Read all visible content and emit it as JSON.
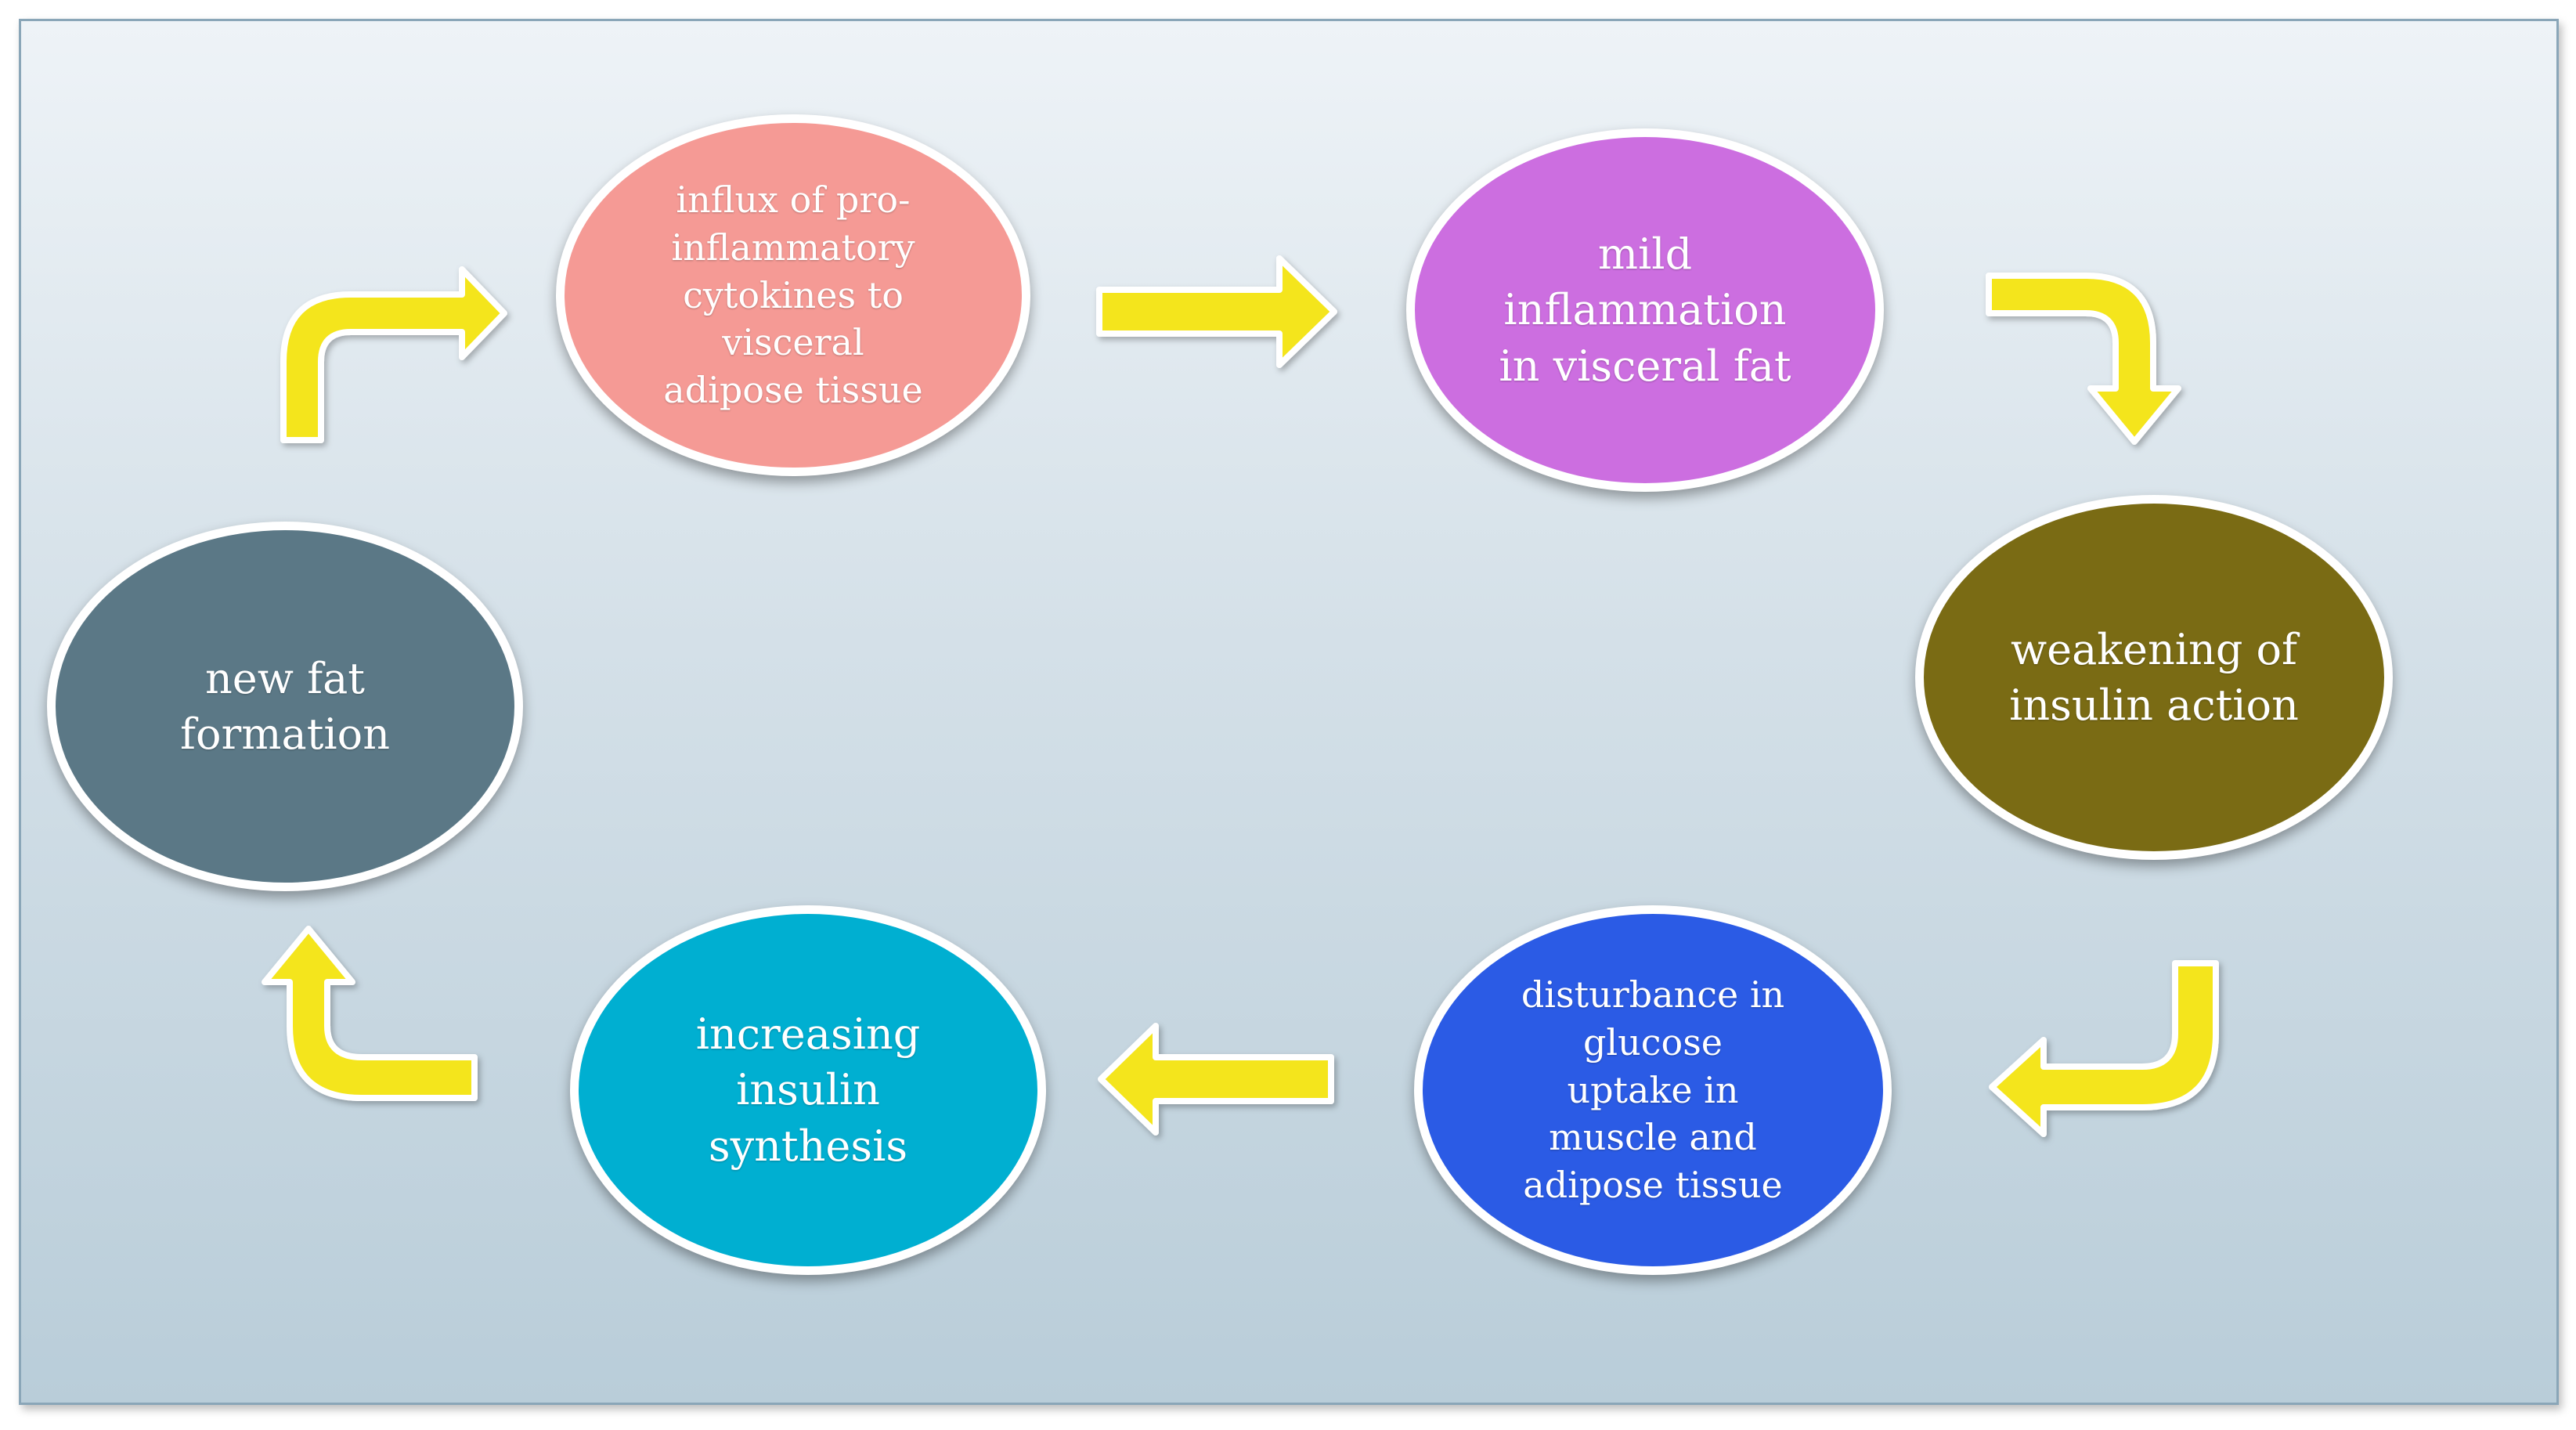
{
  "colors": {
    "arrow_fill": "#f4e51a",
    "arrow_outline": "#ffffff",
    "node_border": "#ffffff"
  },
  "nodes": [
    {
      "id": "cytokines",
      "label": "influx of pro-\ninflammatory\ncytokines to\nvisceral\nadipose tissue",
      "color": "#f59a95"
    },
    {
      "id": "mild-inflammation",
      "label": "mild\ninflammation\nin visceral fat",
      "color": "#cc6ee0"
    },
    {
      "id": "weakening",
      "label": "weakening of\ninsulin action",
      "color": "#7a6b14"
    },
    {
      "id": "disturbance",
      "label": "disturbance in\nglucose\nuptake in\nmuscle and\nadipose tissue",
      "color": "#2b5be5"
    },
    {
      "id": "increasing",
      "label": "increasing\ninsulin\nsynthesis",
      "color": "#00afd1"
    },
    {
      "id": "new-fat",
      "label": "new fat\nformation",
      "color": "#5b7886"
    }
  ],
  "edges": [
    {
      "from": "new-fat",
      "to": "cytokines",
      "icon": "bent-arrow-up-right-icon"
    },
    {
      "from": "cytokines",
      "to": "mild-inflammation",
      "icon": "arrow-right-icon"
    },
    {
      "from": "mild-inflammation",
      "to": "weakening",
      "icon": "bent-arrow-right-down-icon"
    },
    {
      "from": "weakening",
      "to": "disturbance",
      "icon": "bent-arrow-down-left-icon"
    },
    {
      "from": "disturbance",
      "to": "increasing",
      "icon": "arrow-left-icon"
    },
    {
      "from": "increasing",
      "to": "new-fat",
      "icon": "bent-arrow-left-up-icon"
    }
  ]
}
